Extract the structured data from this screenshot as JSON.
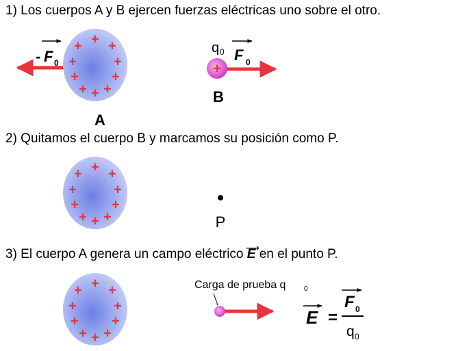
{
  "step1": {
    "text": "1) Los cuerpos A y B ejercen fuerzas eléctricas uno sobre el otro.",
    "force_neg_sign": "-",
    "force_symbol": "F",
    "force_sub": "0",
    "charge_symbol": "q",
    "charge_sub": "0",
    "body_a_label": "A",
    "body_b_label": "B"
  },
  "step2": {
    "text": "2) Quitamos el cuerpo B y marcamos su posición como P.",
    "point_label": "P"
  },
  "step3": {
    "text_before": "3) El cuerpo A genera un campo eléctrico ",
    "field_symbol": "E",
    "text_after": " en el punto P.",
    "test_charge_label": "Carga de prueba q",
    "test_charge_sub": "0",
    "formula": {
      "lhs": "E",
      "equals": "=",
      "numerator": "F",
      "numerator_sub": "0",
      "denominator": "q",
      "denominator_sub": "0"
    }
  },
  "colors": {
    "sphere_edge": "#b8c2f2",
    "sphere_center": "#6b7fe6",
    "plus_sign": "#e8343c",
    "arrow": "#e8343c",
    "charge_sphere": "#e060d0"
  }
}
